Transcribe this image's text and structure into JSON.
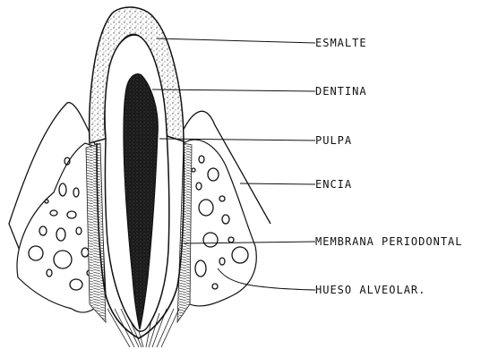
{
  "labels": {
    "esmalte": "ESMALTE",
    "dentina": "DENTINA",
    "pulpa": "PULPA",
    "encia": "ENCIA",
    "membrana": "MEMBRANA PERIODONTAL",
    "hueso": "HUESO ALVEOLAR."
  },
  "colors": {
    "ink": "#111111",
    "stipple": "#555555",
    "pulp": "#1a1a1a",
    "background": "#ffffff"
  }
}
